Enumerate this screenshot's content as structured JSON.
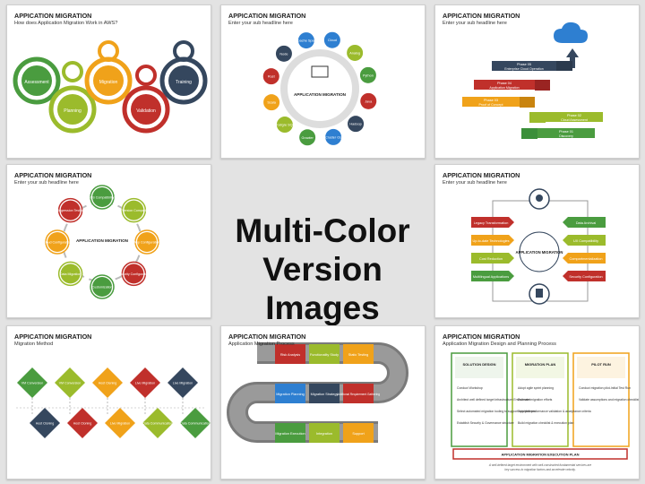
{
  "center": {
    "line1": "Multi-Color",
    "line2": "Version Images"
  },
  "s1": {
    "title": "APPICATION MIGRATION",
    "subtitle": "How does Application Migration Work in AWS?",
    "labels": [
      "Assessment",
      "Planning",
      "Migration",
      "Validation",
      "Training"
    ]
  },
  "s2": {
    "title": "APPICATION MIGRATION",
    "subtitle": "Enter your sub headline here",
    "center": "APPLICATION MIGRATION",
    "nodes": [
      "Cloud",
      "Analog",
      "Python",
      "Java",
      "Hadoop",
      "Cluster Os",
      "Growler",
      "Postgre SQL",
      "Scala",
      "Rust",
      "Node",
      "Apache Spark"
    ]
  },
  "s3": {
    "title": "APPICATION MIGRATION",
    "subtitle": "Enter your sub headline here",
    "phases": [
      {
        "t": "Phase 05",
        "d": "Enterprise Cloud Operation"
      },
      {
        "t": "Phase 04",
        "d": "Application Migration"
      },
      {
        "t": "Phase 03",
        "d": "Proof of Concept"
      },
      {
        "t": "Phase 02",
        "d": "Cloud Assessment"
      },
      {
        "t": "Phase 01",
        "d": "Discovery"
      }
    ]
  },
  "s4": {
    "title": "APPICATION MIGRATION",
    "subtitle": "Enter your sub headline here",
    "center": "APPLICATION MIGRATION",
    "nodes": [
      "OS Compatibility",
      "App Version Compatibility",
      "App Configuration",
      "Security Configuration",
      "Customization",
      "Data Migration",
      "Cloud Configuration",
      "Regression Testing"
    ]
  },
  "s5": {
    "title": "APPICATION MIGRATION",
    "subtitle": "Enter your sub headline here",
    "center": "APPLICATION MIGRATION",
    "left": [
      "Legacy Transformation",
      "Up-to-date Technologies",
      "Cost Reduction",
      "Multilingual Applications"
    ],
    "right": [
      "Data Archival",
      "UX Compatibility",
      "Compartmentalization",
      "Security Configuration"
    ]
  },
  "s6": {
    "title": "APPICATION MIGRATION",
    "subtitle": "Migration Method",
    "top": [
      "VM Conversion",
      "VM Conversion",
      "Host Clening",
      "Live Migration",
      "Live Migration"
    ],
    "bottom": [
      "Host Cloning",
      "Host Cloning",
      "Live Migration",
      "Data Communication",
      "Data Communication"
    ]
  },
  "s7": {
    "title": "APPICATION MIGRATION",
    "subtitle": "Application Migration Process",
    "row1": [
      "Risk Analysis",
      "Functionality Study",
      "Static Testing"
    ],
    "row2": [
      "Migration Planning",
      "Migration Strategy",
      "Additional Requirement Gathering"
    ],
    "row3": [
      "Migration Execution",
      "Integration",
      "Support"
    ]
  },
  "s8": {
    "title": "APPICATION MIGRATION",
    "subtitle": "Application Migration Design and Planning Process",
    "cols": [
      {
        "h": "SOLUTION DESIGN",
        "items": [
          "Conduct Workshop",
          "Architect well defined target infrastructure Environment",
          "Select automated migration tooling to support app patterns",
          "Establish Security & Governance structure"
        ]
      },
      {
        "h": "MIGRATION PLAN",
        "items": [
          "Adopt agile sprint planning",
          "Estimate migration efforts",
          "Establish performance validation & acceptance criteria",
          "Build migration checklist & execution plan"
        ]
      },
      {
        "h": "PILOT RUN",
        "items": [
          "Conduct migration pilot-Initial Test Run",
          "Validate assumptions and migration checklist"
        ]
      }
    ],
    "bar": "APPLICATION MIGRATION EXECUTION PLAN",
    "note1": "A well-defined target environment with well-constructed fundamental services are",
    "note2": "key success to migration factors and accelerate velocity."
  }
}
